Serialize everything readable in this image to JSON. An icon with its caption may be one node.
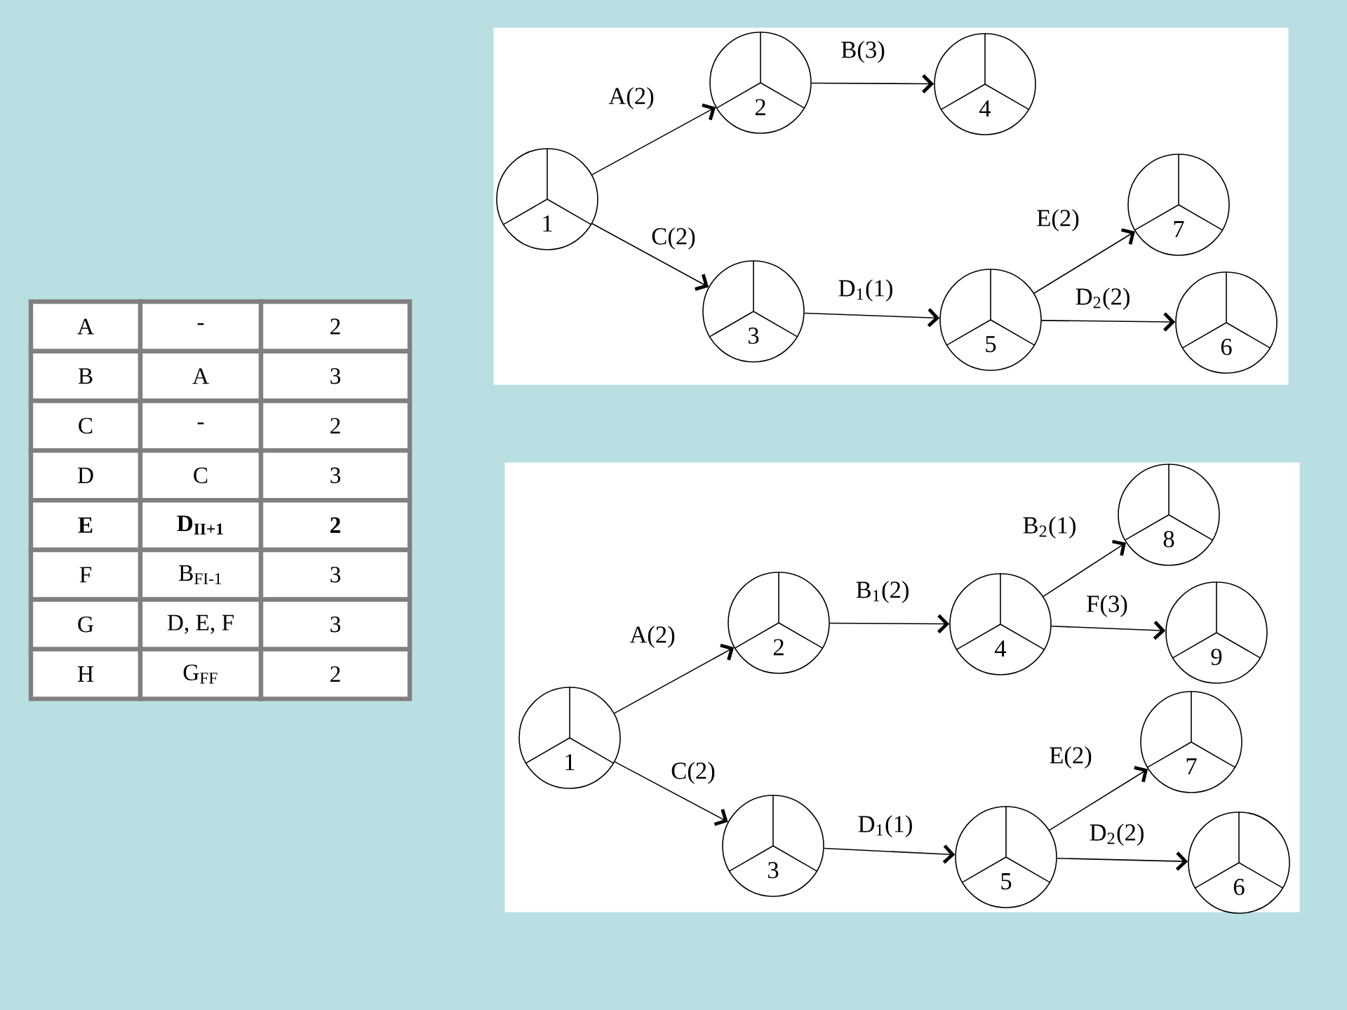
{
  "diagram": {
    "nodes": [
      {
        "text": [],
        "shape": "box"
      },
      {
        "text": [
          "1"
        ],
        "in": 0
      },
      {
        "text": [
          "2"
        ],
        "in": 0
      },
      {
        "text": [
          "3"
        ],
        "in": 0
      },
      {
        "text": [
          "4"
        ],
        "in": 0
      },
      {
        "text": [
          "5"
        ],
        "in": 0
      },
      {
        "text": [
          "6"
        ],
        "in": 0
      },
      {
        "text": [
          "7"
        ],
        "in": 0
      },
      {
        "text": [],
        "shape": "box"
      },
      {
        "text": [
          "1"
        ],
        "in": 8
      },
      {
        "text": [
          "2"
        ],
        "in": 8
      },
      {
        "text": [
          "3"
        ],
        "in": 8
      },
      {
        "text": [
          "4"
        ],
        "in": 8
      },
      {
        "text": [
          "5"
        ],
        "in": 8
      },
      {
        "text": [
          "6"
        ],
        "in": 8
      },
      {
        "text": [
          "7"
        ],
        "in": 8
      },
      {
        "text": [
          "8"
        ],
        "in": 8
      },
      {
        "text": [
          "9"
        ],
        "in": 8
      }
    ],
    "edges": [
      {
        "from": 1,
        "to": 2,
        "arrow": "to",
        "label": "A(2)"
      },
      {
        "from": 2,
        "to": 4,
        "arrow": "to",
        "label": "B(3)"
      },
      {
        "from": 1,
        "to": 3,
        "arrow": "to",
        "label": "C(2)"
      },
      {
        "from": 3,
        "to": 5,
        "arrow": "to",
        "label": "D$_{1}$(1)"
      },
      {
        "from": 5,
        "to": 7,
        "arrow": "to",
        "label": "E(2)"
      },
      {
        "from": 5,
        "to": 6,
        "arrow": "to",
        "label": "D$_{2}$(2)"
      },
      {
        "from": 9,
        "to": 10,
        "arrow": "to",
        "label": "A(2)"
      },
      {
        "from": 10,
        "to": 12,
        "arrow": "to",
        "label": "B$_{1}$(2)"
      },
      {
        "from": 12,
        "to": 16,
        "arrow": "to",
        "label": "B$_{2}$(1)"
      },
      {
        "from": 12,
        "to": 17,
        "arrow": "to",
        "label": "F(3)"
      },
      {
        "from": 9,
        "to": 11,
        "arrow": "to",
        "label": "C(2)"
      },
      {
        "from": 11,
        "to": 13,
        "arrow": "to",
        "label": "D$_{1}$(1)"
      },
      {
        "from": 13,
        "to": 15,
        "arrow": "to",
        "label": "E(2)"
      },
      {
        "from": 13,
        "to": 14,
        "arrow": "to",
        "label": "D$_{2}$(2)"
      }
    ],
    "labels": [
      "A",
      "-",
      "2",
      "B",
      "A",
      "3",
      "C",
      "-",
      "2",
      "D",
      "C",
      "3",
      "E",
      "D$_{II+1}$",
      "2",
      "F",
      "B$_{FI-1}$",
      "3",
      "G",
      "D, E, F",
      "3",
      "H",
      "G$_{FF}$",
      "2"
    ]
  }
}
